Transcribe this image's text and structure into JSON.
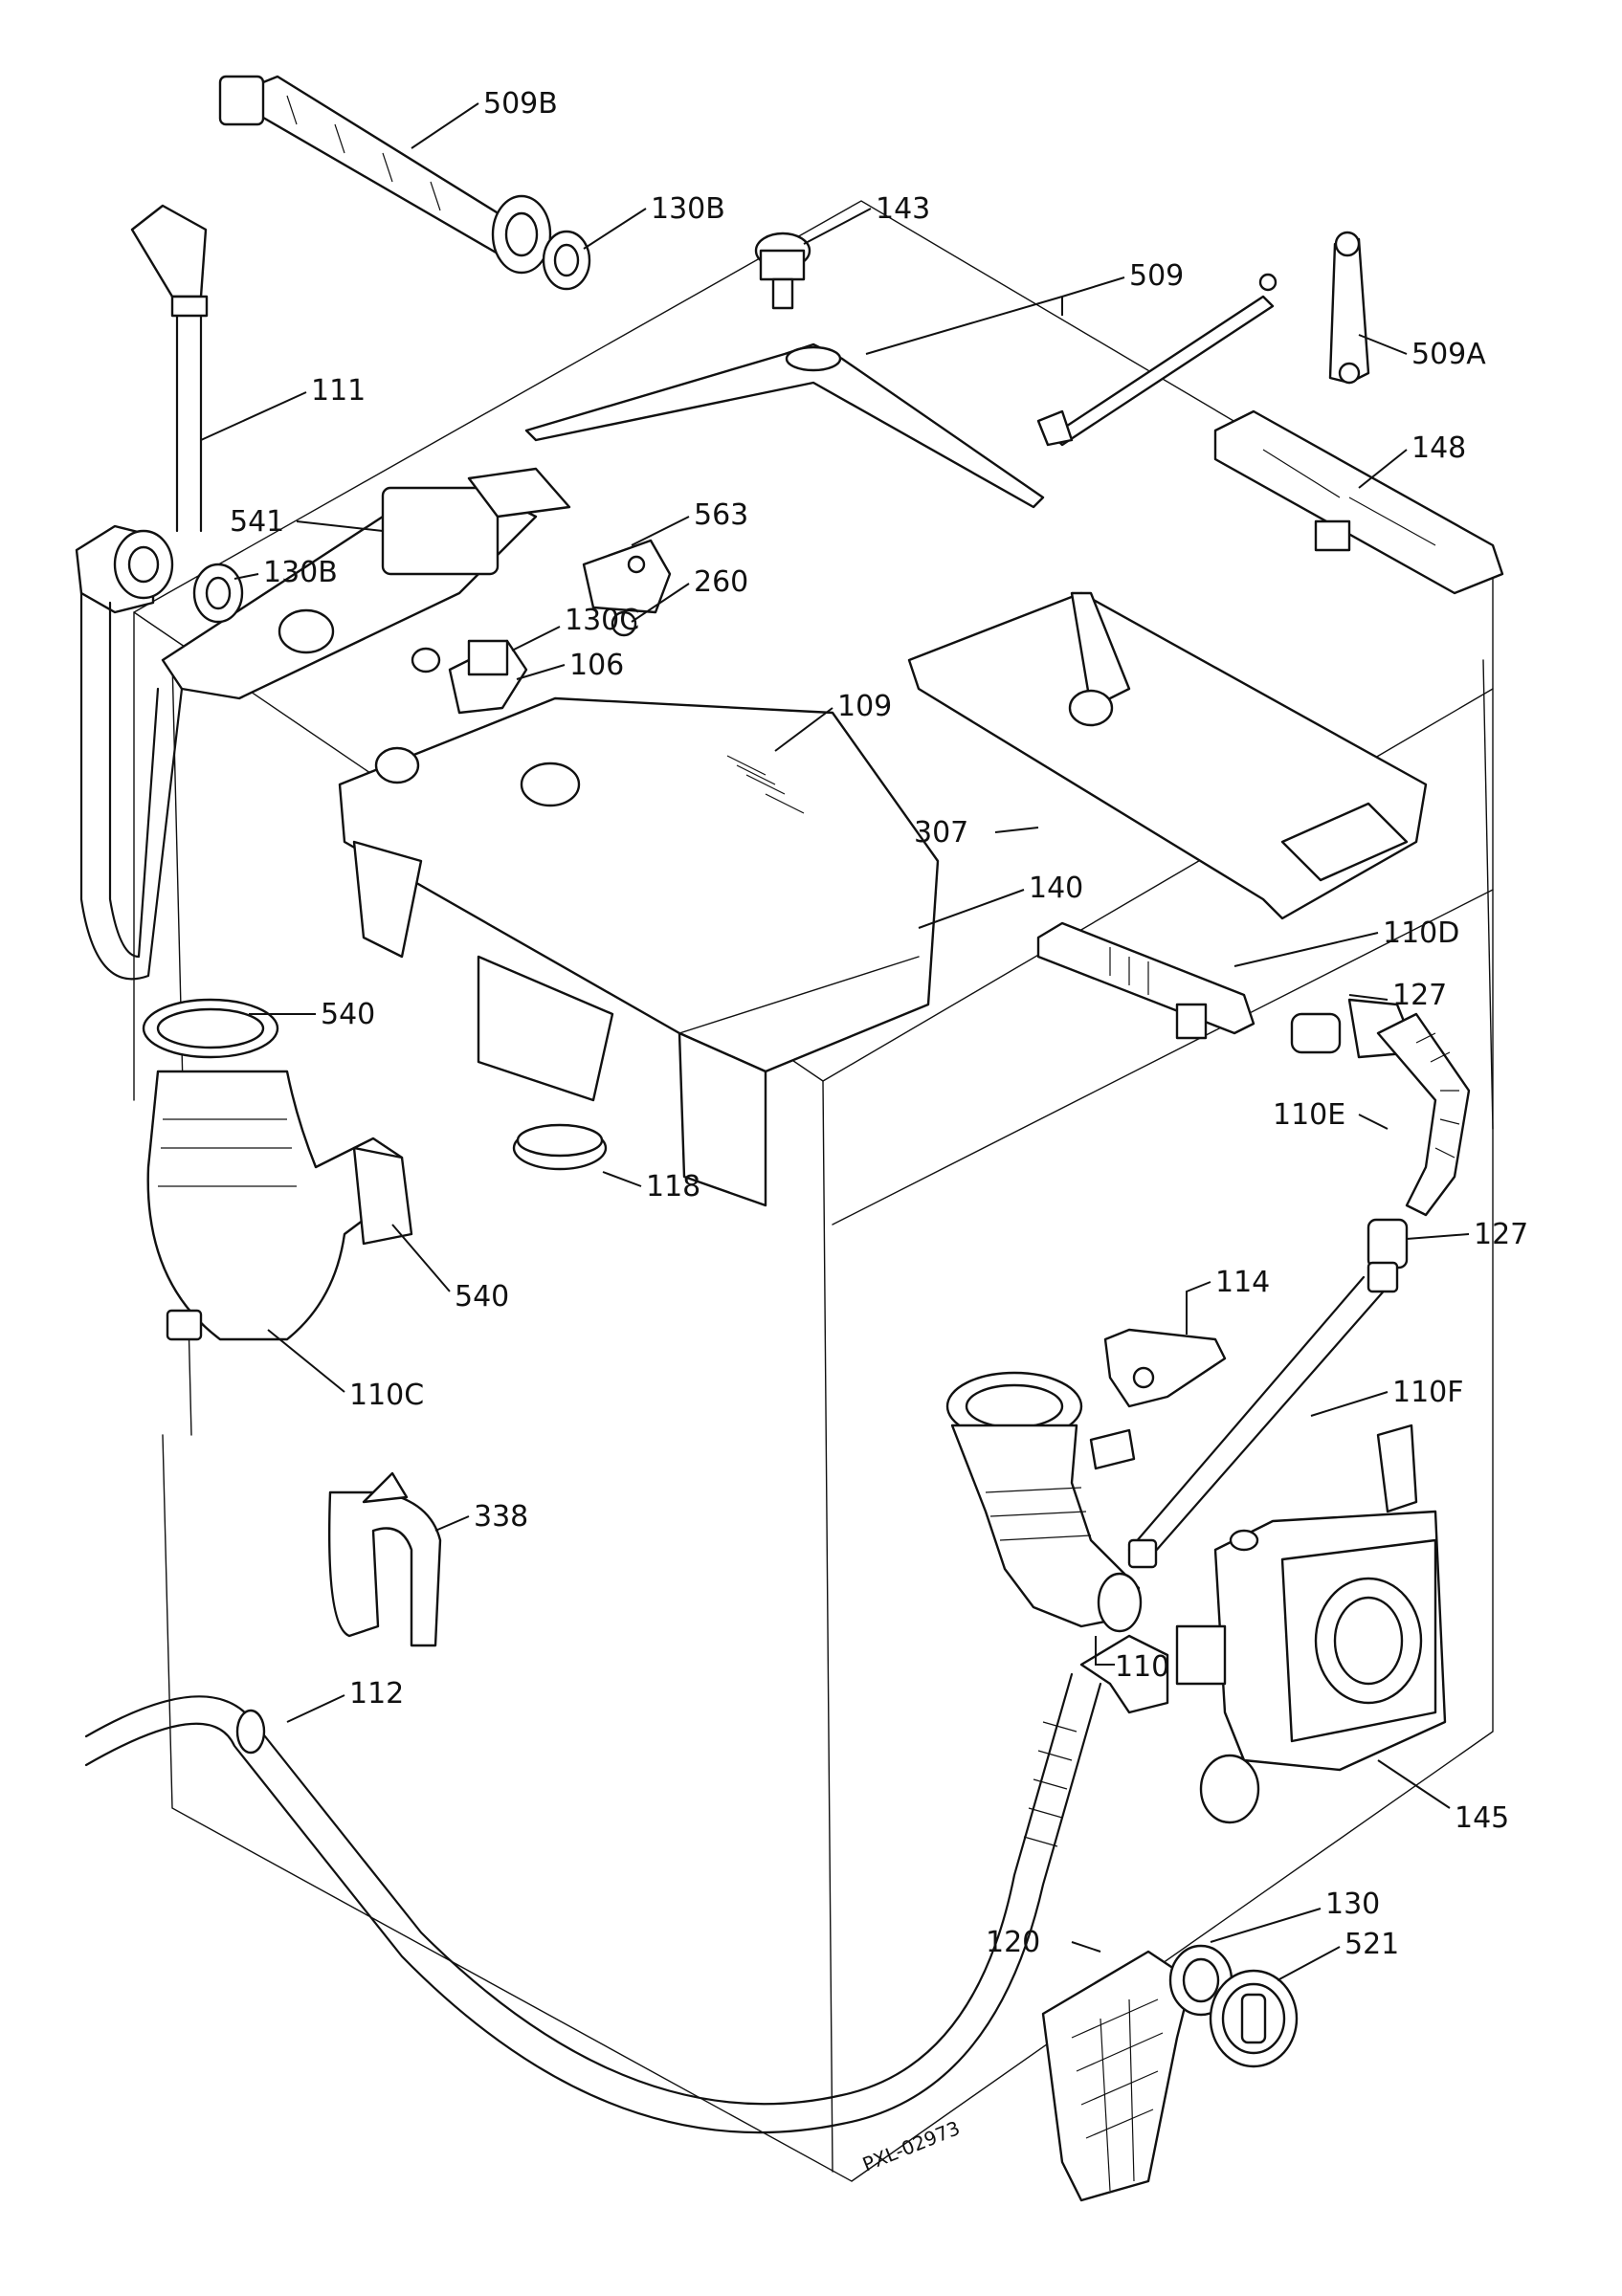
{
  "diagram": {
    "callouts": [
      {
        "id": "509B",
        "text": "509B"
      },
      {
        "id": "130B-top",
        "text": "130B"
      },
      {
        "id": "143",
        "text": "143"
      },
      {
        "id": "509",
        "text": "509"
      },
      {
        "id": "509A",
        "text": "509A"
      },
      {
        "id": "111",
        "text": "111"
      },
      {
        "id": "148",
        "text": "148"
      },
      {
        "id": "541",
        "text": "541"
      },
      {
        "id": "563",
        "text": "563"
      },
      {
        "id": "130B-mid",
        "text": "130B"
      },
      {
        "id": "260",
        "text": "260"
      },
      {
        "id": "130C",
        "text": "130C"
      },
      {
        "id": "106",
        "text": "106"
      },
      {
        "id": "109",
        "text": "109"
      },
      {
        "id": "307",
        "text": "307"
      },
      {
        "id": "140",
        "text": "140"
      },
      {
        "id": "110D",
        "text": "110D"
      },
      {
        "id": "127-top",
        "text": "127"
      },
      {
        "id": "540-top",
        "text": "540"
      },
      {
        "id": "110E",
        "text": "110E"
      },
      {
        "id": "118",
        "text": "118"
      },
      {
        "id": "127-mid",
        "text": "127"
      },
      {
        "id": "540-mid",
        "text": "540"
      },
      {
        "id": "114",
        "text": "114"
      },
      {
        "id": "110C",
        "text": "110C"
      },
      {
        "id": "110F",
        "text": "110F"
      },
      {
        "id": "338",
        "text": "338"
      },
      {
        "id": "110",
        "text": "110"
      },
      {
        "id": "112",
        "text": "112"
      },
      {
        "id": "145",
        "text": "145"
      },
      {
        "id": "130",
        "text": "130"
      },
      {
        "id": "120",
        "text": "120"
      },
      {
        "id": "521",
        "text": "521"
      }
    ],
    "drawing_code": "PXL-02973"
  }
}
